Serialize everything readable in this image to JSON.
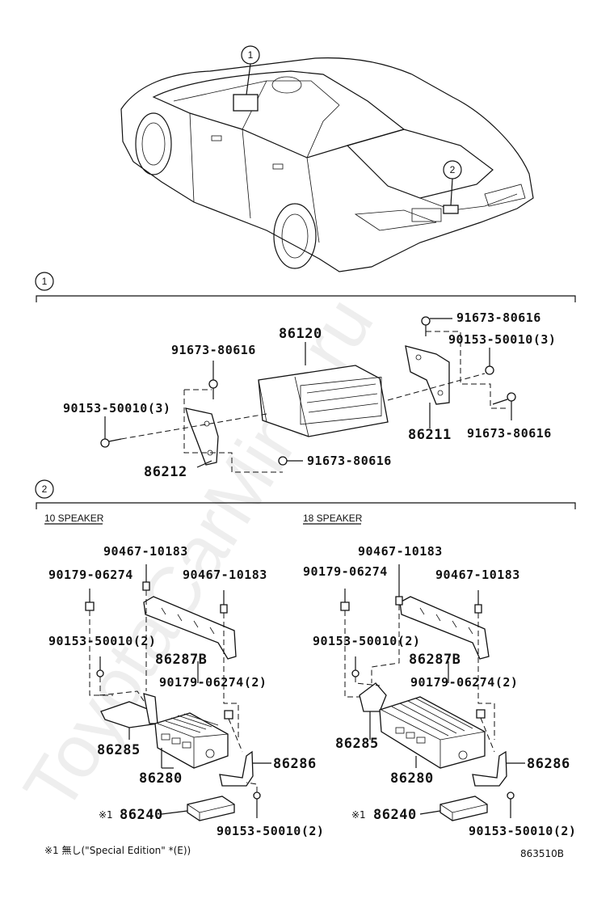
{
  "watermark": "ToyotaCarMine.ru",
  "callouts": {
    "c1": "1",
    "c2": "2"
  },
  "sections": {
    "left_title": "10 SPEAKER",
    "right_title": "18 SPEAKER"
  },
  "section1": {
    "p86120": "86120",
    "p86211": "86211",
    "p86212": "86212",
    "bolt_a": "91673-80616",
    "bolt_b": "91673-80616",
    "bolt_c": "91673-80616",
    "bolt_d": "91673-80616",
    "screw_r": "90153-50010(3)",
    "screw_l": "90153-50010(3)"
  },
  "left": {
    "nut_top": "90467-10183",
    "nut_right": "90467-10183",
    "nut_left": "90179-06274",
    "screw": "90153-50010(2)",
    "bracket": "86287B",
    "nut_mid": "90179-06274(2)",
    "p86285": "86285",
    "p86286": "86286",
    "p86280": "86280",
    "p86240": "86240",
    "mark": "※1",
    "screw_bottom": "90153-50010(2)"
  },
  "right": {
    "nut_top": "90467-10183",
    "nut_right": "90467-10183",
    "nut_left": "90179-06274",
    "screw": "90153-50010(2)",
    "bracket": "86287B",
    "nut_mid": "90179-06274(2)",
    "p86285": "86285",
    "p86286": "86286",
    "p86280": "86280",
    "p86240": "86240",
    "mark": "※1",
    "screw_bottom": "90153-50010(2)"
  },
  "footnote": "※1 無し(\"Special Edition\" *(E))",
  "diagram_code": "863510B"
}
